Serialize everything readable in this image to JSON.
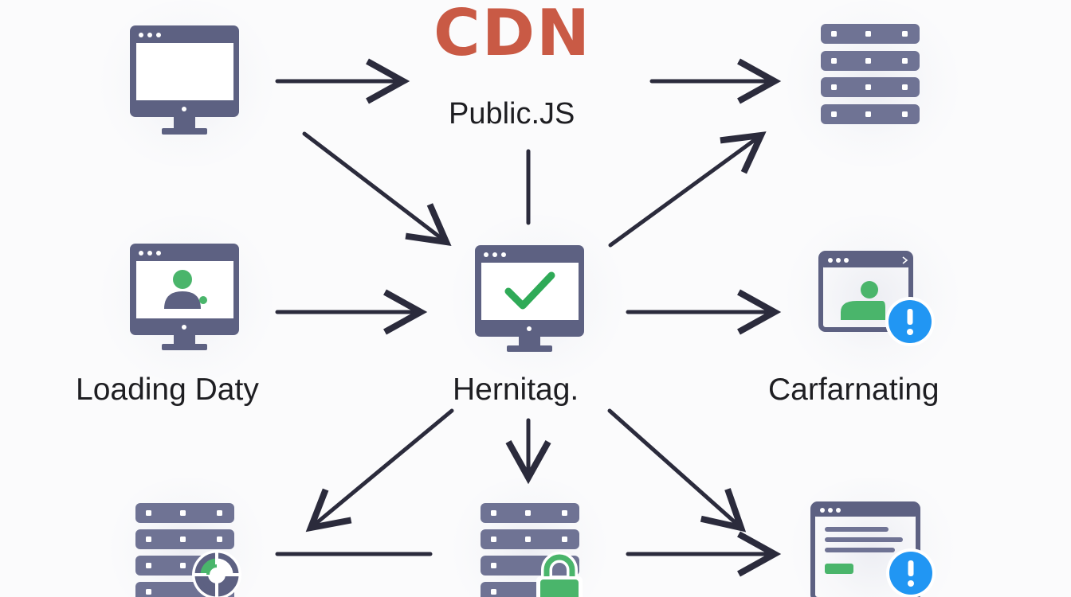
{
  "diagram": {
    "title": "CDN",
    "labels": {
      "public_js": "Public.JS",
      "loading_data": "Loading Daty",
      "center": "Hernitag.",
      "right": "Carfarnating"
    }
  },
  "colors": {
    "title": "#c95a45",
    "device": "#5d6182",
    "server": "#6f7394",
    "check": "#2faa57",
    "green": "#4ab56b",
    "alert": "#2196f3",
    "arrow": "#2b2b3c"
  },
  "icons": [
    "monitor-icon",
    "server-icon",
    "user-monitor-icon",
    "check-monitor-icon",
    "user-alert-window-icon",
    "server-pie-icon",
    "server-lock-icon",
    "form-alert-window-icon"
  ]
}
